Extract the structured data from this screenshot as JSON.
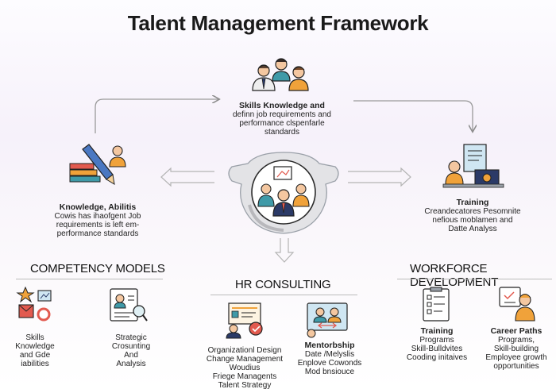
{
  "title": "Talent Management Framework",
  "top_node": {
    "title": "Skills Knowledge and",
    "lines": [
      "definn job requirements and",
      "performance clspenfarle",
      "standards"
    ]
  },
  "left_node": {
    "title": "Knowledge, Abilitis",
    "lines": [
      "Cowis has ihaofgent Job",
      "requirements is left em-",
      "performance standards"
    ]
  },
  "right_node": {
    "title": "Training",
    "lines": [
      "Creandecatores Pesomnite",
      "nefious moblamen and",
      "Datte Analyss"
    ]
  },
  "sections": {
    "competency": {
      "heading": "COMPETENCY MODELS",
      "items": [
        {
          "lines": [
            "Skills",
            "Knowledge",
            "and Gde",
            "iabilities"
          ]
        },
        {
          "lines": [
            "Strategic",
            "Crosunting",
            "And",
            "Analysis"
          ]
        }
      ]
    },
    "hr": {
      "heading": "HR CONSULTING",
      "items": [
        {
          "lines": [
            "Organizationl Design",
            "Change Management",
            "Woudius",
            "Friege Managents",
            "Talent Strategy"
          ]
        },
        {
          "title": "Mentorbship",
          "lines": [
            "Date /Melyslis",
            "Enplove Cowonds",
            "Mod bnsiouce"
          ]
        }
      ]
    },
    "workforce": {
      "heading": "WORKFORCE DEVELOPMENT",
      "items": [
        {
          "title": "Training",
          "lines": [
            "Programs",
            "Skill-Bulldvites",
            "Cooding initaives"
          ]
        },
        {
          "title": "Career Paths",
          "lines": [
            "Programs,",
            "Skill-building",
            "Employee growth",
            "opportunities"
          ]
        }
      ]
    }
  },
  "colors": {
    "navy": "#2b3a67",
    "orange": "#f0a23a",
    "teal": "#3f9aa8",
    "red": "#e25a4f",
    "gray": "#9aa0a8"
  }
}
